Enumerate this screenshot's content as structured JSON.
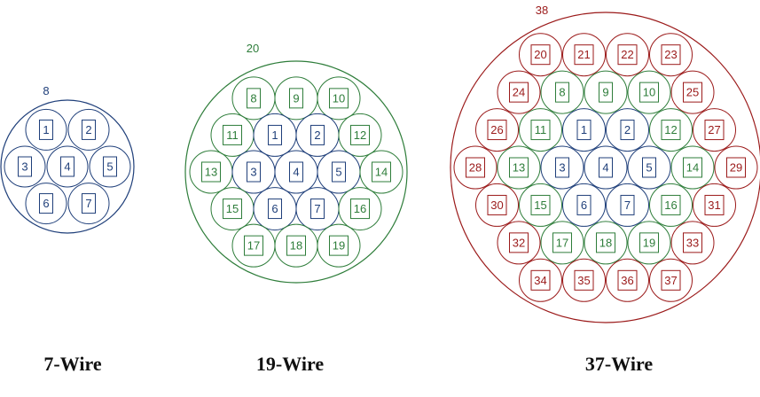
{
  "colors": {
    "blue": "#1f3f7a",
    "green": "#2e7d3a",
    "red": "#9b1a1a"
  },
  "diagrams": [
    {
      "caption": "7-Wire",
      "outer_label": "8",
      "outer_color": "blue",
      "wires": [
        {
          "label": "1",
          "color": "blue"
        },
        {
          "label": "2",
          "color": "blue"
        },
        {
          "label": "3",
          "color": "blue"
        },
        {
          "label": "4",
          "color": "blue"
        },
        {
          "label": "5",
          "color": "blue"
        },
        {
          "label": "6",
          "color": "blue"
        },
        {
          "label": "7",
          "color": "blue"
        }
      ]
    },
    {
      "caption": "19-Wire",
      "outer_label": "20",
      "outer_color": "green",
      "wires": [
        {
          "label": "8",
          "color": "green"
        },
        {
          "label": "9",
          "color": "green"
        },
        {
          "label": "10",
          "color": "green"
        },
        {
          "label": "11",
          "color": "green"
        },
        {
          "label": "1",
          "color": "blue"
        },
        {
          "label": "2",
          "color": "blue"
        },
        {
          "label": "12",
          "color": "green"
        },
        {
          "label": "13",
          "color": "green"
        },
        {
          "label": "3",
          "color": "blue"
        },
        {
          "label": "4",
          "color": "blue"
        },
        {
          "label": "5",
          "color": "blue"
        },
        {
          "label": "14",
          "color": "green"
        },
        {
          "label": "15",
          "color": "green"
        },
        {
          "label": "6",
          "color": "blue"
        },
        {
          "label": "7",
          "color": "blue"
        },
        {
          "label": "16",
          "color": "green"
        },
        {
          "label": "17",
          "color": "green"
        },
        {
          "label": "18",
          "color": "green"
        },
        {
          "label": "19",
          "color": "green"
        }
      ]
    },
    {
      "caption": "37-Wire",
      "outer_label": "38",
      "outer_color": "red",
      "wires": [
        {
          "label": "20",
          "color": "red"
        },
        {
          "label": "21",
          "color": "red"
        },
        {
          "label": "22",
          "color": "red"
        },
        {
          "label": "23",
          "color": "red"
        },
        {
          "label": "24",
          "color": "red"
        },
        {
          "label": "8",
          "color": "green"
        },
        {
          "label": "9",
          "color": "green"
        },
        {
          "label": "10",
          "color": "green"
        },
        {
          "label": "25",
          "color": "red"
        },
        {
          "label": "26",
          "color": "red"
        },
        {
          "label": "11",
          "color": "green"
        },
        {
          "label": "1",
          "color": "blue"
        },
        {
          "label": "2",
          "color": "blue"
        },
        {
          "label": "12",
          "color": "green"
        },
        {
          "label": "27",
          "color": "red"
        },
        {
          "label": "28",
          "color": "red"
        },
        {
          "label": "13",
          "color": "green"
        },
        {
          "label": "3",
          "color": "blue"
        },
        {
          "label": "4",
          "color": "blue"
        },
        {
          "label": "5",
          "color": "blue"
        },
        {
          "label": "14",
          "color": "green"
        },
        {
          "label": "29",
          "color": "red"
        },
        {
          "label": "30",
          "color": "red"
        },
        {
          "label": "15",
          "color": "green"
        },
        {
          "label": "6",
          "color": "blue"
        },
        {
          "label": "7",
          "color": "blue"
        },
        {
          "label": "16",
          "color": "green"
        },
        {
          "label": "31",
          "color": "red"
        },
        {
          "label": "32",
          "color": "red"
        },
        {
          "label": "17",
          "color": "green"
        },
        {
          "label": "18",
          "color": "green"
        },
        {
          "label": "19",
          "color": "green"
        },
        {
          "label": "33",
          "color": "red"
        },
        {
          "label": "34",
          "color": "red"
        },
        {
          "label": "35",
          "color": "red"
        },
        {
          "label": "36",
          "color": "red"
        },
        {
          "label": "37",
          "color": "red"
        }
      ]
    }
  ]
}
